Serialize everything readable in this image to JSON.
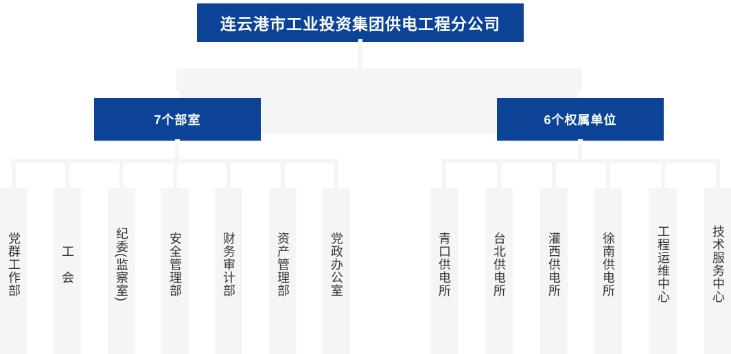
{
  "org": {
    "root": {
      "label": "连云港市工业投资集团供电工程分公司"
    },
    "groups": [
      {
        "label": "7个部室",
        "children": [
          "党群工作部",
          "工　会",
          "纪委(监察室)",
          "安全管理部",
          "财务审计部",
          "资产管理部",
          "党政办公室"
        ]
      },
      {
        "label": "6个权属单位",
        "children": [
          "青口供电所",
          "台北供电所",
          "灌西供电所",
          "徐南供电所",
          "工程运维中心",
          "技术服务中心"
        ]
      }
    ],
    "colors": {
      "primary_blue": "#0c4397",
      "connector_gray": "#f4f5f6",
      "leaf_text": "#333333"
    }
  }
}
